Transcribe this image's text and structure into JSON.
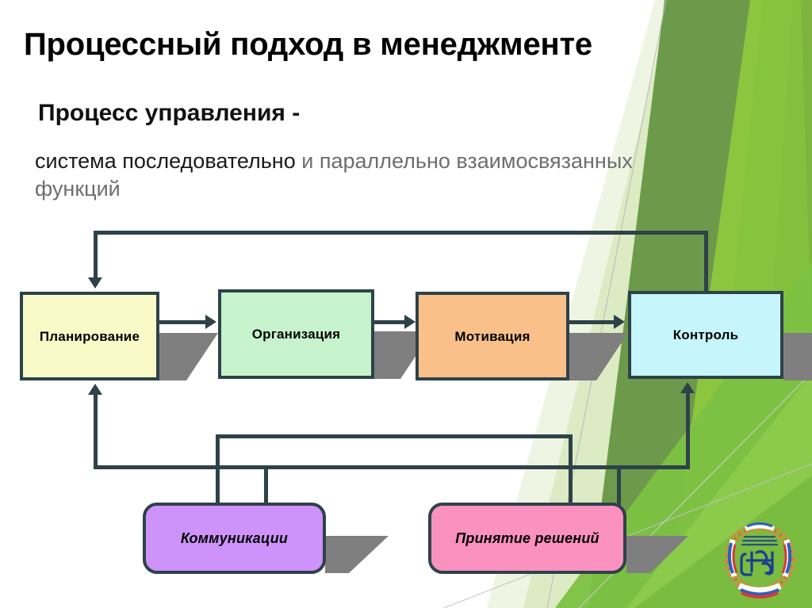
{
  "slide": {
    "title": "Процессный подход в менеджменте",
    "lead_line_1": "Процесс  управления -",
    "lead_line_2_dark": "система последовательно",
    "lead_line_2_gray": " и параллельно взаимосвязанных функций"
  },
  "diagram": {
    "nodes": [
      {
        "id": "planning",
        "label": "Планирование",
        "fill": "#FAFAC8",
        "shape": "rect"
      },
      {
        "id": "organization",
        "label": "Организация",
        "fill": "#C6F3CB",
        "shape": "rect"
      },
      {
        "id": "motivation",
        "label": "Мотивация",
        "fill": "#F9C08A",
        "shape": "rect"
      },
      {
        "id": "control",
        "label": "Контроль",
        "fill": "#C6F6FB",
        "shape": "rect"
      },
      {
        "id": "communications",
        "label": "Коммуникации",
        "fill": "#CE93FB",
        "shape": "rounded"
      },
      {
        "id": "decisions",
        "label": "Принятие решений",
        "fill": "#FB91BE",
        "shape": "rounded"
      }
    ],
    "flow_sequence": [
      "Планирование",
      "Организация",
      "Мотивация",
      "Контроль"
    ],
    "feedback_label": "Контроль → Планирование",
    "support_nodes": [
      "Коммуникации",
      "Принятие решений"
    ]
  },
  "colors": {
    "border": "#2e4249",
    "shadow": "#7f7f7f",
    "green_dark": "#6d9a4a",
    "green_mid": "#7eb33f",
    "green_bright": "#8cc63e",
    "green_light": "#a8d05a",
    "green_pale": "#dcebc4",
    "green_palest": "#eef5e2"
  },
  "emblem": {
    "name": "university-emblem",
    "ribbon_colors": [
      "#ffffff",
      "#2b5fbe",
      "#d63a3a"
    ],
    "wreath_color": "#c9913f",
    "monogram_color": "#1b3f8f"
  }
}
